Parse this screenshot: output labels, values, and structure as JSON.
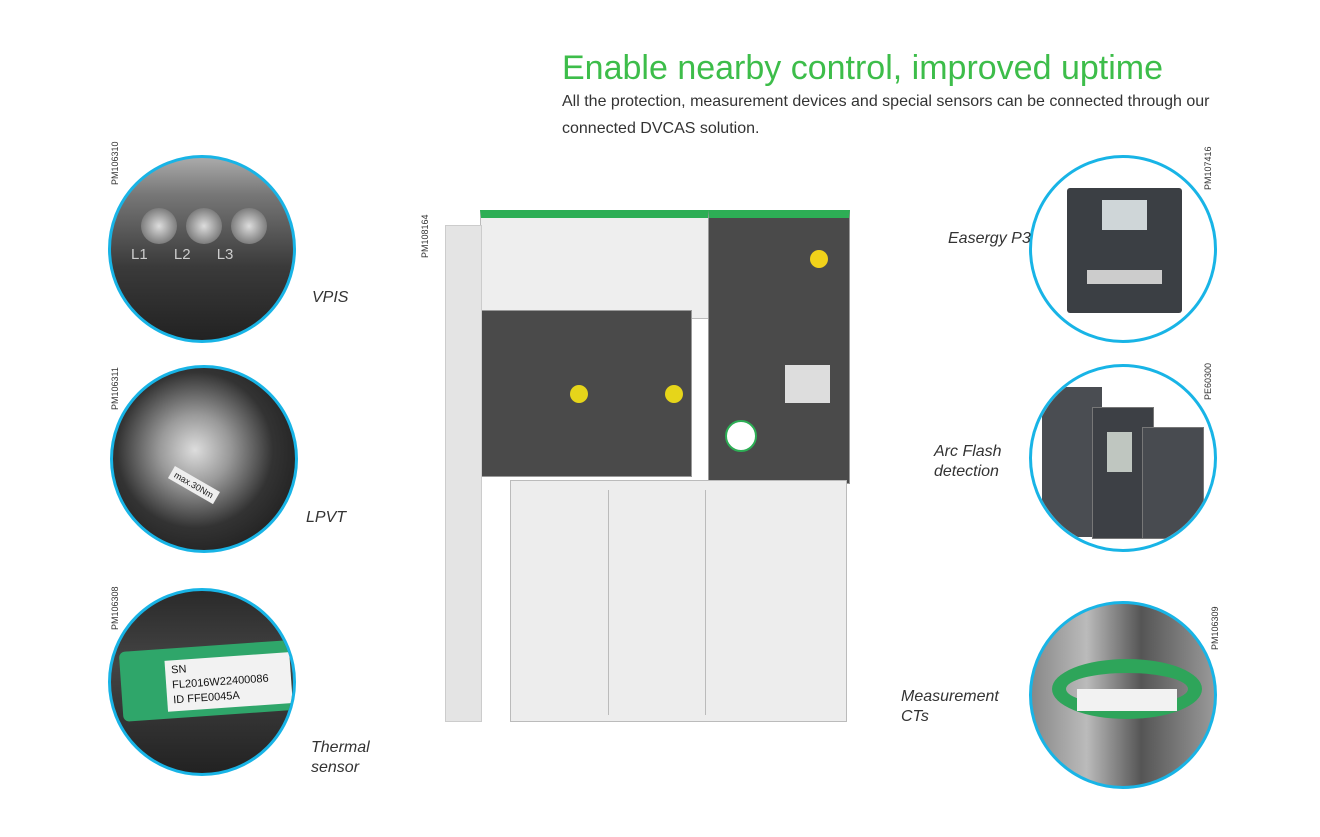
{
  "header": {
    "title": "Enable nearby control, improved uptime",
    "intro": "All the protection, measurement devices and special sensors can be connected through our connected DVCAS solution."
  },
  "main_image": {
    "ref": "PM108164"
  },
  "sensors_left": [
    {
      "caption": "VPIS",
      "ref": "PM106310",
      "markings": [
        "L1",
        "L2",
        "L3"
      ]
    },
    {
      "caption": "LPVT",
      "ref": "PM106311",
      "markings": [
        "max.30Nm"
      ]
    },
    {
      "caption": "Thermal sensor",
      "ref": "PM106308",
      "markings": [
        "SN  FL2016W22400086",
        "ID  FFE0045A"
      ]
    }
  ],
  "sensors_right": [
    {
      "caption": "Easergy P3",
      "ref": "PM107416"
    },
    {
      "caption": "Arc Flash detection",
      "ref": "PE60300"
    },
    {
      "caption": "Measurement CTs",
      "ref": "PM106309"
    }
  ],
  "colors": {
    "accent": "#3dbd4a",
    "circle": "#18b4e6"
  }
}
